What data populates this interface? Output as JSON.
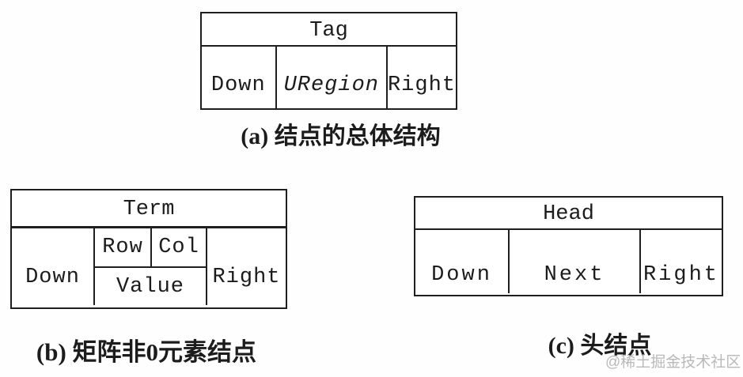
{
  "diagrams": {
    "a": {
      "header": "Tag",
      "cells": {
        "down": "Down",
        "uregion": "URegion",
        "right": "Right"
      },
      "caption": "(a) 结点的总体结构"
    },
    "b": {
      "header": "Term",
      "cells": {
        "down": "Down",
        "row": "Row",
        "col": "Col",
        "value": "Value",
        "right": "Right"
      },
      "caption": "(b) 矩阵非0元素结点"
    },
    "c": {
      "header": "Head",
      "cells": {
        "down": "Down",
        "next": "Next",
        "right": "Right"
      },
      "caption": "(c) 头结点"
    }
  },
  "watermark": "@稀土掘金技术社区",
  "colors": {
    "background": "#fefefe",
    "table_bg": "#ffffff",
    "border": "#1f1f1f",
    "text": "#1c1c1c",
    "watermark": "#b9b9b9"
  }
}
